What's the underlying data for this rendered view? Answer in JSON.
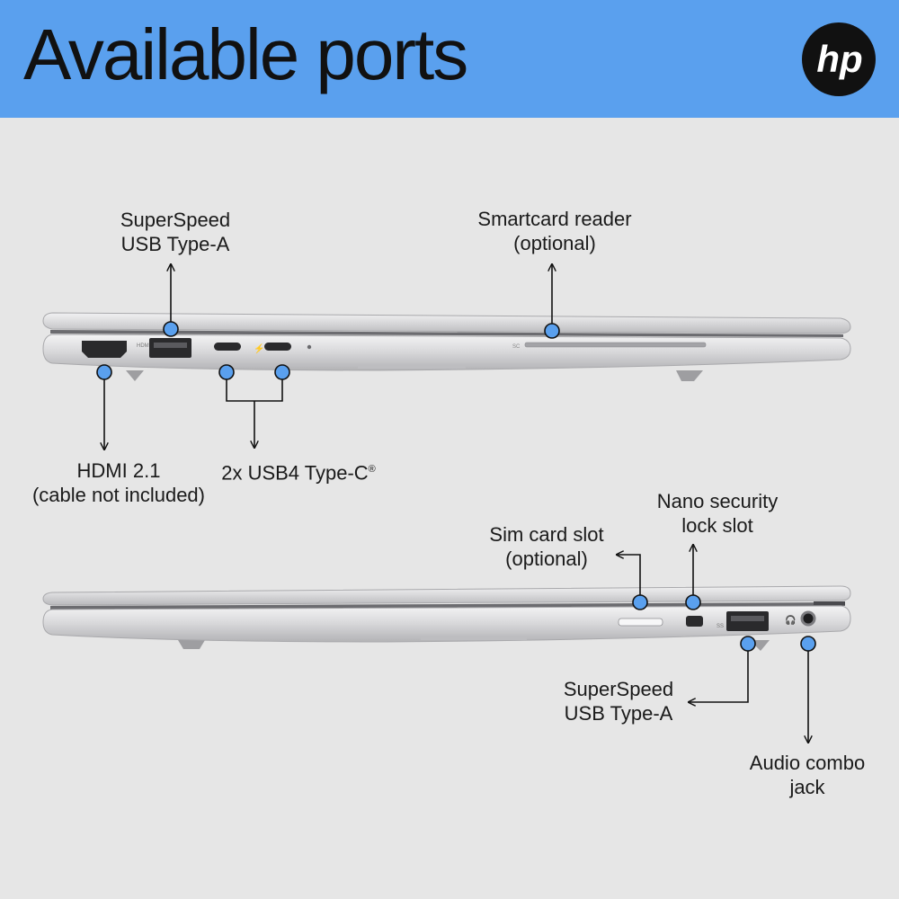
{
  "header": {
    "title": "Available ports",
    "brand": "hp",
    "background_color": "#5aa0ee"
  },
  "top_side": {
    "usb_a": {
      "line1": "SuperSpeed",
      "line2": "USB Type-A"
    },
    "smartcard": {
      "line1": "Smartcard reader",
      "line2": "(optional)"
    },
    "hdmi": {
      "line1": "HDMI 2.1",
      "line2": "(cable not included)"
    },
    "usb_c": {
      "text": "2x USB4 Type-C",
      "mark": "®"
    },
    "sc_marking": "SC",
    "hdmi_marking": "HDMI"
  },
  "bottom_side": {
    "sim": {
      "line1": "Sim card slot",
      "line2": "(optional)"
    },
    "lock": {
      "line1": "Nano security",
      "line2": "lock slot"
    },
    "usb_a": {
      "line1": "SuperSpeed",
      "line2": "USB Type-A"
    },
    "audio": {
      "line1": "Audio combo",
      "line2": "jack"
    }
  },
  "colors": {
    "callout_dot": "#5aa0ee",
    "laptop_body": "#cfcfd1",
    "port": "#2a2a2c"
  }
}
